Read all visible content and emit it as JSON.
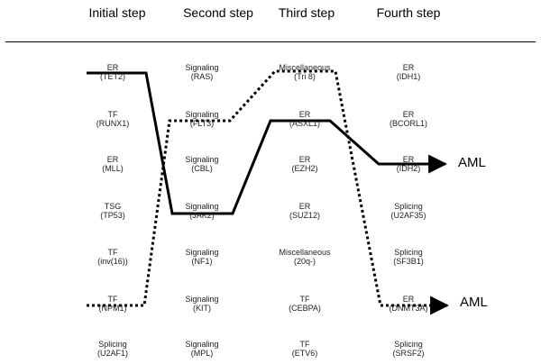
{
  "columns": [
    {
      "header": "Initial step",
      "nodes": [
        {
          "category": "ER",
          "gene": "(TET2)"
        },
        {
          "category": "TF",
          "gene": "(RUNX1)"
        },
        {
          "category": "ER",
          "gene": "(MLL)"
        },
        {
          "category": "TSG",
          "gene": "(TP53)"
        },
        {
          "category": "TF",
          "gene": "(inv(16))"
        },
        {
          "category": "TF",
          "gene": "(NPM1)"
        },
        {
          "category": "Splicing",
          "gene": "(U2AF1)"
        }
      ]
    },
    {
      "header": "Second step",
      "nodes": [
        {
          "category": "Signaling",
          "gene": "(RAS)"
        },
        {
          "category": "Signaling",
          "gene": "(FLT3)"
        },
        {
          "category": "Signaling",
          "gene": "(CBL)"
        },
        {
          "category": "Signaling",
          "gene": "(JAK2)"
        },
        {
          "category": "Signaling",
          "gene": "(NF1)"
        },
        {
          "category": "Signaling",
          "gene": "(KIT)"
        },
        {
          "category": "Signaling",
          "gene": "(MPL)"
        }
      ]
    },
    {
      "header": "Third step",
      "nodes": [
        {
          "category": "Miscellaneous",
          "gene": "(Tri 8)"
        },
        {
          "category": "ER",
          "gene": "(ASXL1)"
        },
        {
          "category": "ER",
          "gene": "(EZH2)"
        },
        {
          "category": "ER",
          "gene": "(SUZ12)"
        },
        {
          "category": "Miscellaneous",
          "gene": "(20q-)"
        },
        {
          "category": "TF",
          "gene": "(CEBPA)"
        },
        {
          "category": "TF",
          "gene": "(ETV6)"
        }
      ]
    },
    {
      "header": "Fourth step",
      "nodes": [
        {
          "category": "ER",
          "gene": "(IDH1)"
        },
        {
          "category": "ER",
          "gene": "(BCORL1)"
        },
        {
          "category": "ER",
          "gene": "(IDH2)"
        },
        {
          "category": "Splicing",
          "gene": "(U2AF35)"
        },
        {
          "category": "Splicing",
          "gene": "(SF3B1)"
        },
        {
          "category": "ER",
          "gene": "(DNMT3A)"
        },
        {
          "category": "Splicing",
          "gene": "(SRSF2)"
        }
      ]
    }
  ],
  "outcomes": {
    "solid": "AML",
    "dotted": "AML"
  },
  "pathways": {
    "solid": {
      "style": "solid",
      "color": "#000000",
      "route": [
        "TET2",
        "JAK2",
        "ASXL1",
        "IDH2"
      ]
    },
    "dotted": {
      "style": "dotted",
      "color": "#000000",
      "route": [
        "NPM1",
        "FLT3",
        "Tri 8",
        "DNMT3A"
      ]
    }
  }
}
